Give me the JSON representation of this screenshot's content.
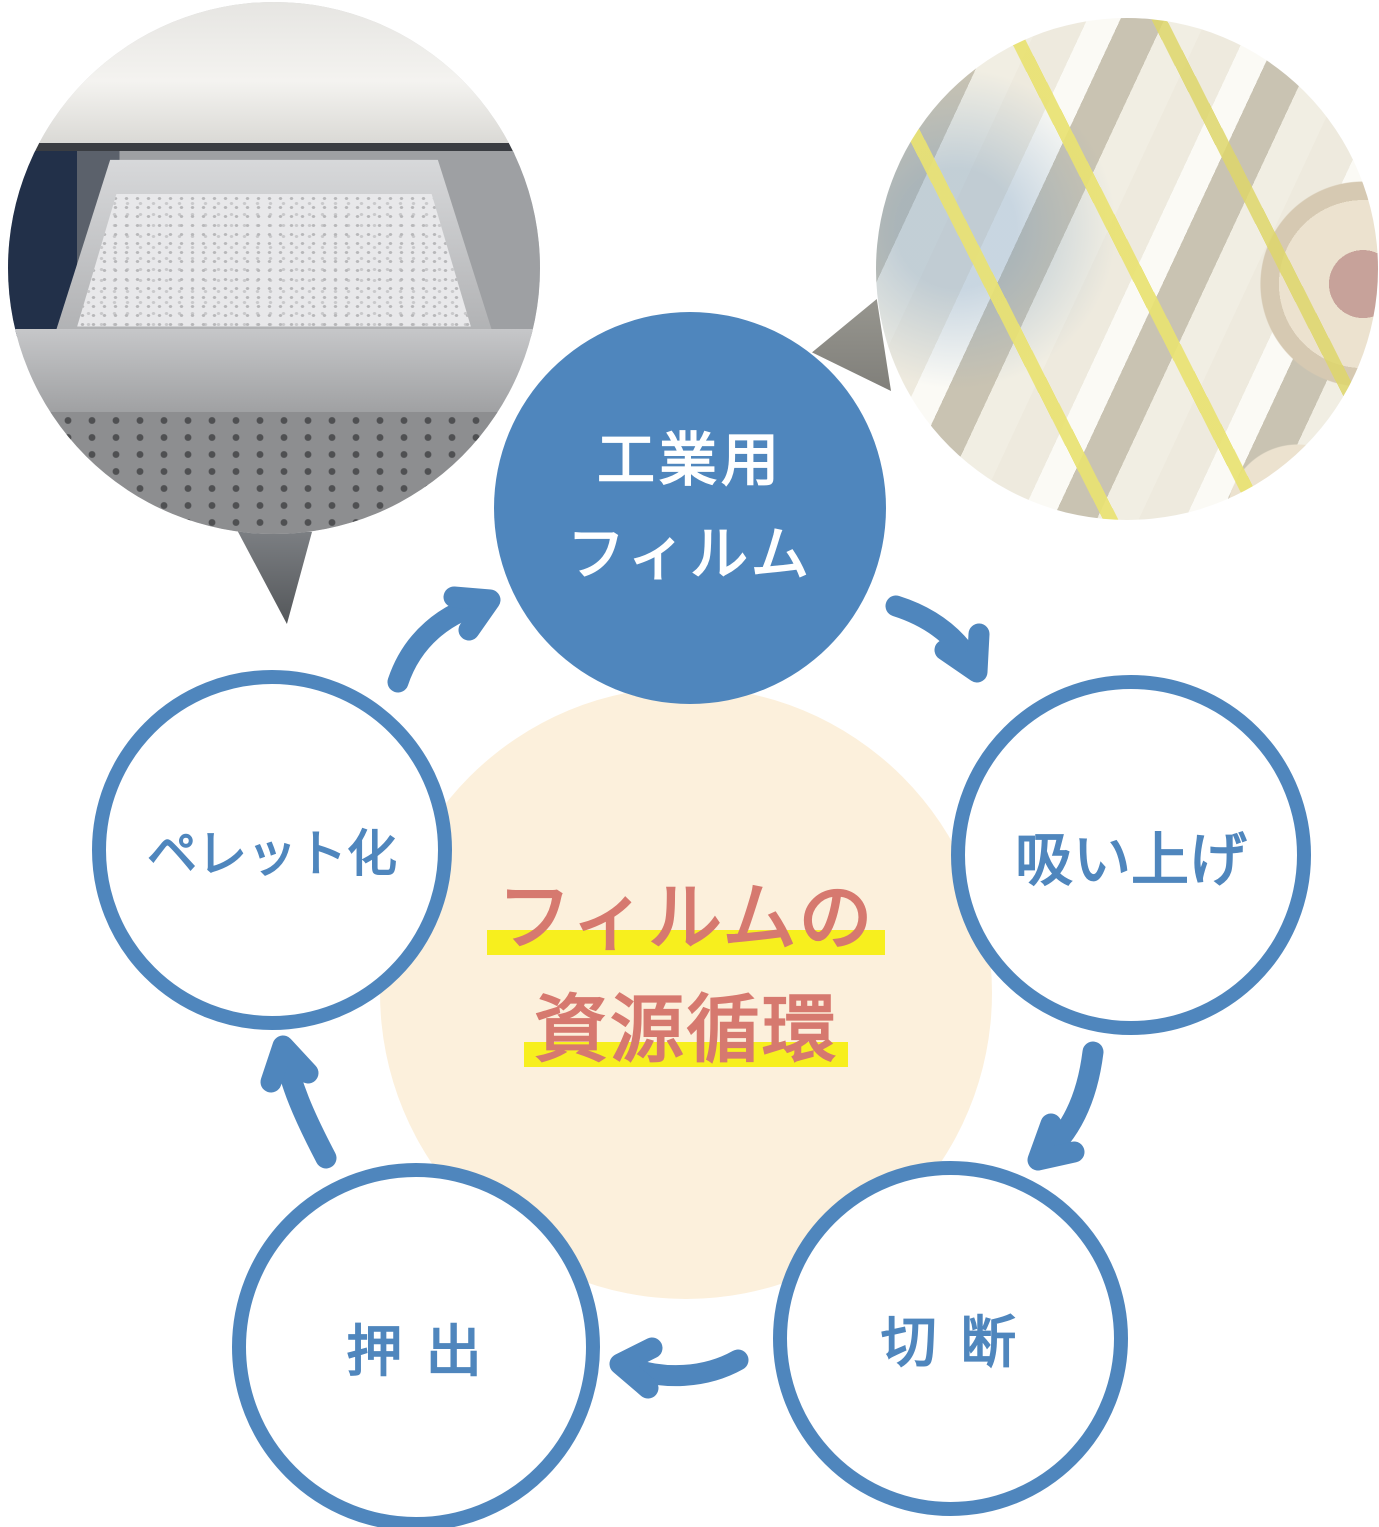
{
  "diagram": {
    "title_center": {
      "line1": "フィルムの",
      "line2": "資源循環"
    },
    "nodes": [
      {
        "id": "industrial-film",
        "line1": "工業用",
        "line2": "フィルム",
        "style": "filled"
      },
      {
        "id": "suction",
        "label": "吸い上げ",
        "style": "outline"
      },
      {
        "id": "cutting",
        "label": "切 断",
        "style": "outline"
      },
      {
        "id": "extrusion",
        "label": "押 出",
        "style": "outline"
      },
      {
        "id": "pelletizing",
        "label": "ペレット化",
        "style": "outline"
      }
    ],
    "flow_order": [
      "工業用フィルム",
      "吸い上げ",
      "切断",
      "押出",
      "ペレット化"
    ],
    "photos": [
      {
        "id": "pellets-photo",
        "depicts": "pellet-tray-machine"
      },
      {
        "id": "film-rolls-photo",
        "depicts": "plastic-film-rolls"
      }
    ],
    "colors": {
      "blue": "#4f86bd",
      "cream": "#fcf0dc",
      "salmon": "#d6796f",
      "highlight_yellow": "#f7ef1e",
      "white": "#ffffff"
    }
  }
}
